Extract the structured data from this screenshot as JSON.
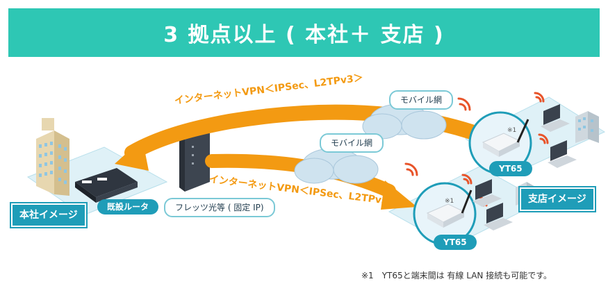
{
  "title": "3 拠点以上 ( 本社＋ 支店 )",
  "vpn_label_top": "インターネットVPN＜IPSec、L2TPv3＞",
  "vpn_label_bottom": "インターネットVPN＜IPSec、L2TPv3＞",
  "mobile_top": "モバイル網",
  "mobile_bottom": "モバイル網",
  "hq_label": "本社イメージ",
  "existing_router": "既設ルータ",
  "flets_label": "フレッツ光等 ( 固定 IP)",
  "branch_label": "支店イメージ",
  "yt65_top": "YT65",
  "yt65_bottom": "YT65",
  "star_top": "※1",
  "star_bottom": "※1",
  "footnote": "※1　YT65と端末間は 有線 LAN 接続も可能です。",
  "colors": {
    "banner": "#2ec7b4",
    "accent_blue": "#1f9db8",
    "arrow_orange": "#f39a12",
    "platform": "#dff1f7"
  }
}
